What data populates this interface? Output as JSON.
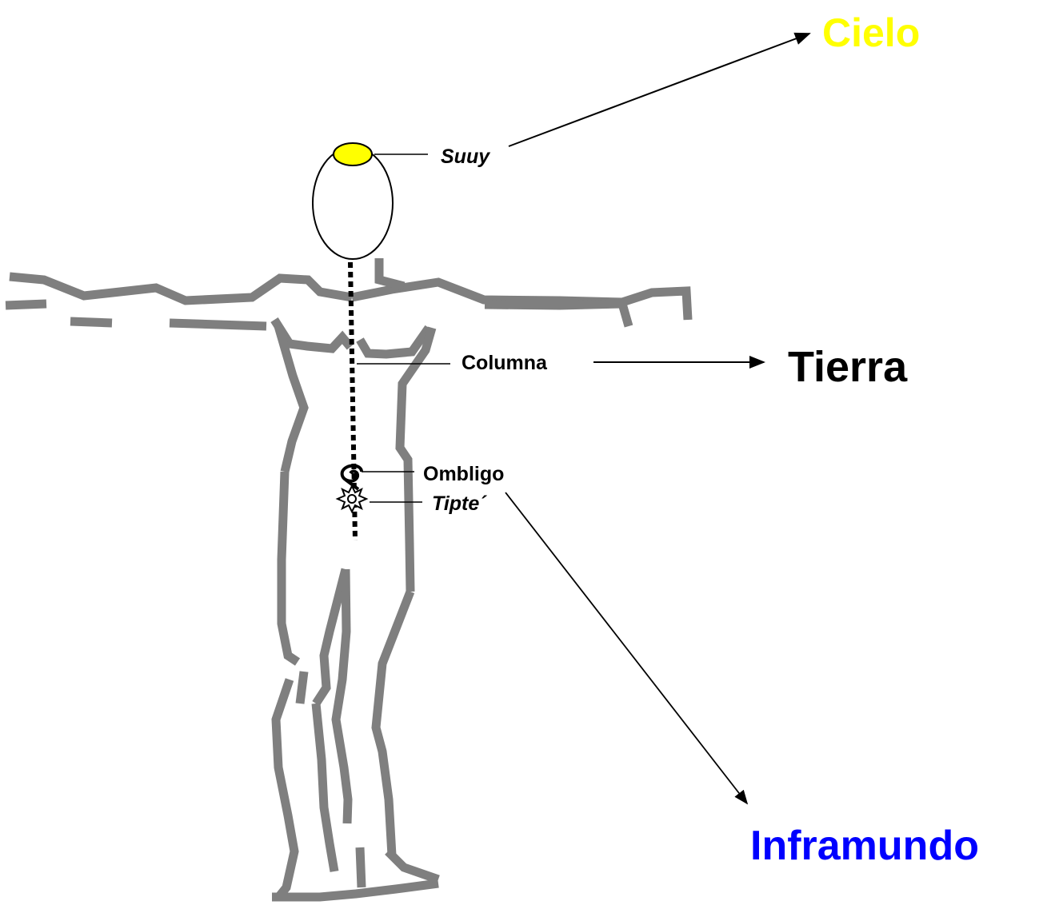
{
  "labels": {
    "cielo": "Cielo",
    "tierra": "Tierra",
    "inframundo": "Inframundo",
    "suuy": "Suuy",
    "columna": "Columna",
    "ombligo": "Ombligo",
    "tipte": "Tipte´"
  },
  "colors": {
    "cielo": "#ffff00",
    "tierra": "#000000",
    "inframundo": "#0000ff",
    "suuy_spot": "#ffff00",
    "body_outline": "#7f7f7f"
  },
  "icons": {
    "ombligo": "spiral-icon",
    "tipte": "star-icon"
  }
}
